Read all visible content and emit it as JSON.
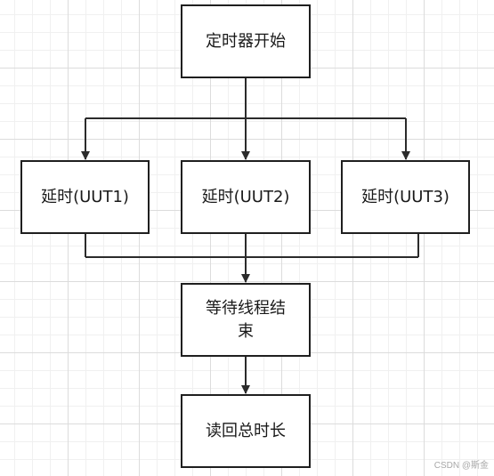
{
  "nodes": {
    "start": "定时器开始",
    "delay1": "延时(UUT1)",
    "delay2": "延时(UUT2)",
    "delay3": "延时(UUT3)",
    "wait": "等待线程结束",
    "read_total": "读回总时长"
  },
  "watermark": "CSDN @斯金",
  "colors": {
    "stroke": "#2b2b2b",
    "box_border": "#1f1f1f",
    "grid": "#dcdcdc"
  }
}
